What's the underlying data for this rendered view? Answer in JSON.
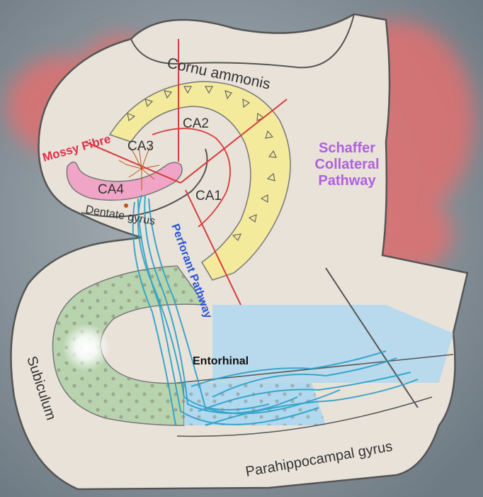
{
  "figure": {
    "title_arc": "Cornu ammonis",
    "regions": {
      "ca1": "CA1",
      "ca2": "CA2",
      "ca3": "CA3",
      "ca4": "CA4",
      "dentate_gyrus": "Dentate gyrus",
      "entorhinal": "Entorhinal",
      "subiculum": "Subiculum",
      "parahippocampal_gyrus": "Parahippocampal gyrus"
    },
    "pathways": {
      "mossy_fibre": "Mossy Fibre",
      "perforant": "Perforant Pathway",
      "schaffer_line1": "Schaffer",
      "schaffer_line2": "Collateral",
      "schaffer_line3": "Pathway"
    }
  },
  "colors": {
    "background": "#8e9aa3",
    "red_glow": "#e07070",
    "tissue": "#e8e2d9",
    "outline": "#555555",
    "ca_band": "#f4ea9c",
    "dentate": "#f0a5c6",
    "subiculum_band": "#b8d4ae",
    "entorhinal_band": "#b0d8ee",
    "red_line": "#d93a3a",
    "mossy_text": "#e0304a",
    "perforant_text": "#2a55d8",
    "schaffer_text": "#b060e0",
    "fiber": "#2aa0c8"
  }
}
